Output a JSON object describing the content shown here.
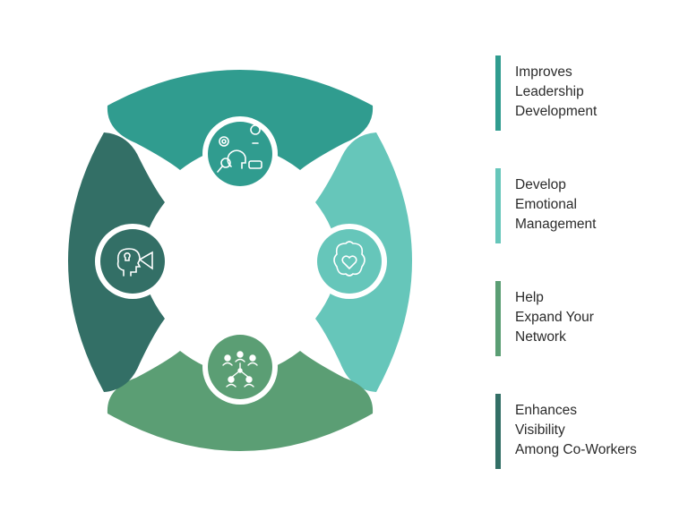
{
  "segments": [
    {
      "id": "top",
      "color": "#309C8F",
      "icon": "leadership-development-icon"
    },
    {
      "id": "right",
      "color": "#66C6BA",
      "icon": "brain-heart-icon"
    },
    {
      "id": "bottom",
      "color": "#5B9E74",
      "icon": "network-people-icon"
    },
    {
      "id": "left",
      "color": "#336F66",
      "icon": "visibility-head-icon"
    }
  ],
  "legend": [
    {
      "color": "#309C8F",
      "lines": [
        "Improves",
        "Leadership",
        "Development"
      ]
    },
    {
      "color": "#66C6BA",
      "lines": [
        "Develop",
        "Emotional",
        "Management"
      ]
    },
    {
      "color": "#5B9E74",
      "lines": [
        "Help",
        "Expand Your",
        "Network"
      ]
    },
    {
      "color": "#336F66",
      "lines": [
        "Enhances",
        "Visibility",
        "Among Co-Workers"
      ]
    }
  ]
}
